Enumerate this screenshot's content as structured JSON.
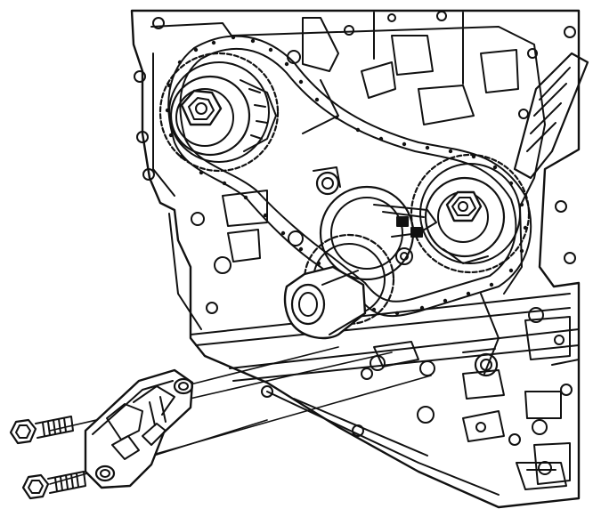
{
  "figure": {
    "kind": "technical line illustration",
    "colors": {
      "ink": "#111111",
      "paper": "#ffffff",
      "shade": "#d8d8d8"
    }
  },
  "parts": [
    {
      "id": "engine-block",
      "icon": "engine-block"
    },
    {
      "id": "upper-left-sprocket",
      "icon": "camshaft-sprocket"
    },
    {
      "id": "upper-right-sprocket",
      "icon": "camshaft-sprocket"
    },
    {
      "id": "idler-sprocket",
      "icon": "idler-sprocket"
    },
    {
      "id": "crank-sprocket",
      "icon": "crankshaft-sprocket"
    },
    {
      "id": "timing-chain",
      "icon": "chain"
    },
    {
      "id": "chain-guide-right",
      "icon": "chain-guide"
    },
    {
      "id": "chain-tensioner-assembly",
      "icon": "tensioner"
    },
    {
      "id": "bolt-upper",
      "icon": "bolt"
    },
    {
      "id": "bolt-lower",
      "icon": "bolt"
    }
  ],
  "installation_lines": 2
}
